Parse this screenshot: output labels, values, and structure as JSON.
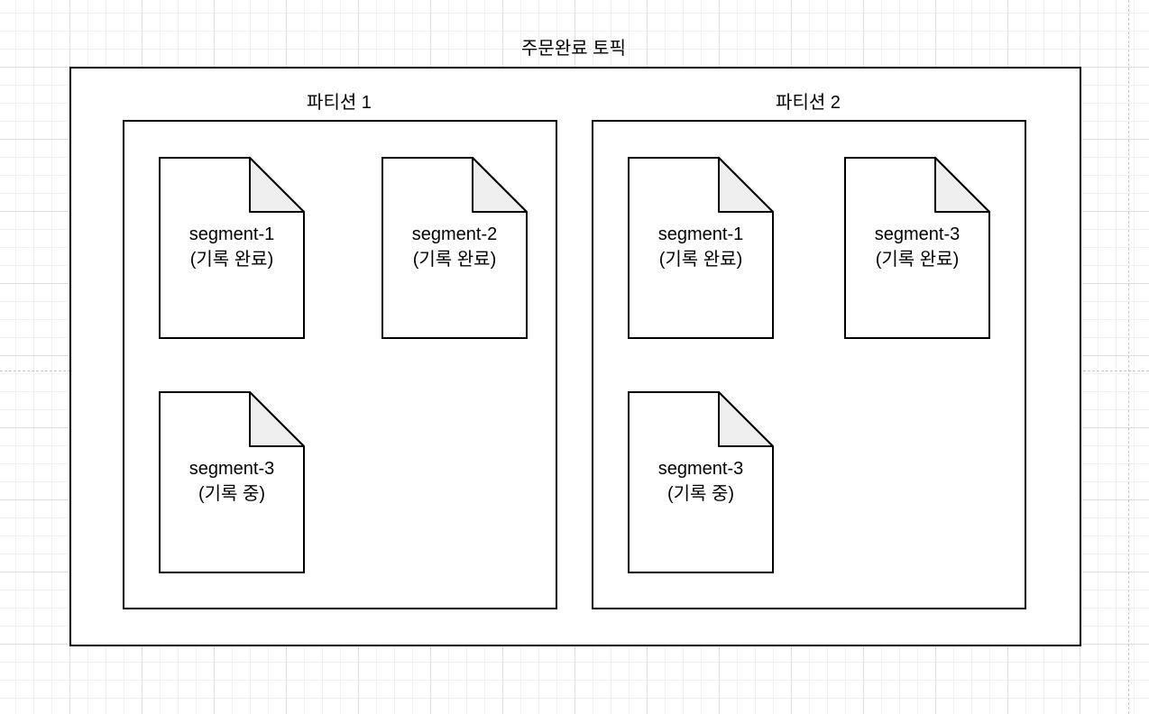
{
  "topic": {
    "title": "주문완료 토픽"
  },
  "partitions": [
    {
      "title": "파티션 1",
      "segments": [
        {
          "name": "segment-1",
          "status": "(기록 완료)"
        },
        {
          "name": "segment-2",
          "status": "(기록 완료)"
        },
        {
          "name": "segment-3",
          "status": "(기록 중)"
        }
      ]
    },
    {
      "title": "파티션 2",
      "segments": [
        {
          "name": "segment-1",
          "status": "(기록 완료)"
        },
        {
          "name": "segment-3",
          "status": "(기록 완료)"
        },
        {
          "name": "segment-3",
          "status": "(기록 중)"
        }
      ]
    }
  ],
  "colors": {
    "stroke": "#000000",
    "fold": "#efefef",
    "fill": "#ffffff"
  }
}
